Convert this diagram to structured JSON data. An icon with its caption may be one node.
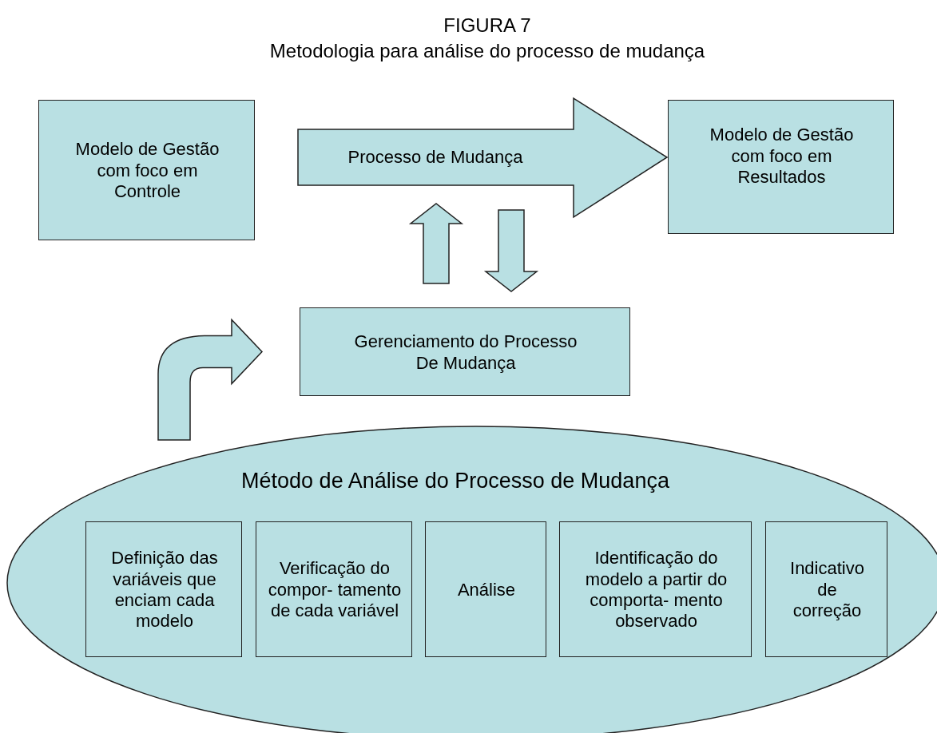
{
  "diagram": {
    "title": "FIGURA 7",
    "nodes": [
      {
        "text": [
          "Modelo de Gestão com foco em Controle"
        ]
      },
      {
        "text": [
          "Processo de Mudança"
        ]
      },
      {
        "text": [
          "Modelo de Gestão com foco em Resultados"
        ]
      },
      {
        "text": [
          "Gerenciamento do Processo De Mudança"
        ]
      },
      {
        "text": [
          "Método de Análise do Processo de Mudança"
        ]
      },
      {
        "text": [
          "Definição das variáveis que enciam cada modelo"
        ],
        "in": 4
      },
      {
        "text": [
          "Verificação do compor- tamento de cada variável"
        ],
        "in": 4
      },
      {
        "text": [
          "Análise"
        ],
        "in": 4
      },
      {
        "text": [
          "Identificação do modelo a partir do comporta- mento observado"
        ],
        "in": 4
      },
      {
        "text": [
          "Indicativo de correção"
        ],
        "in": 4
      }
    ],
    "edges": [
      {
        "from": 3,
        "to": 1,
        "arrow": "to"
      },
      {
        "from": 1,
        "to": 3,
        "arrow": "to"
      },
      {
        "from": 4,
        "to": 3,
        "arrow": "to"
      }
    ],
    "labels": [
      "Metodologia para análise do processo de mudança"
    ]
  }
}
